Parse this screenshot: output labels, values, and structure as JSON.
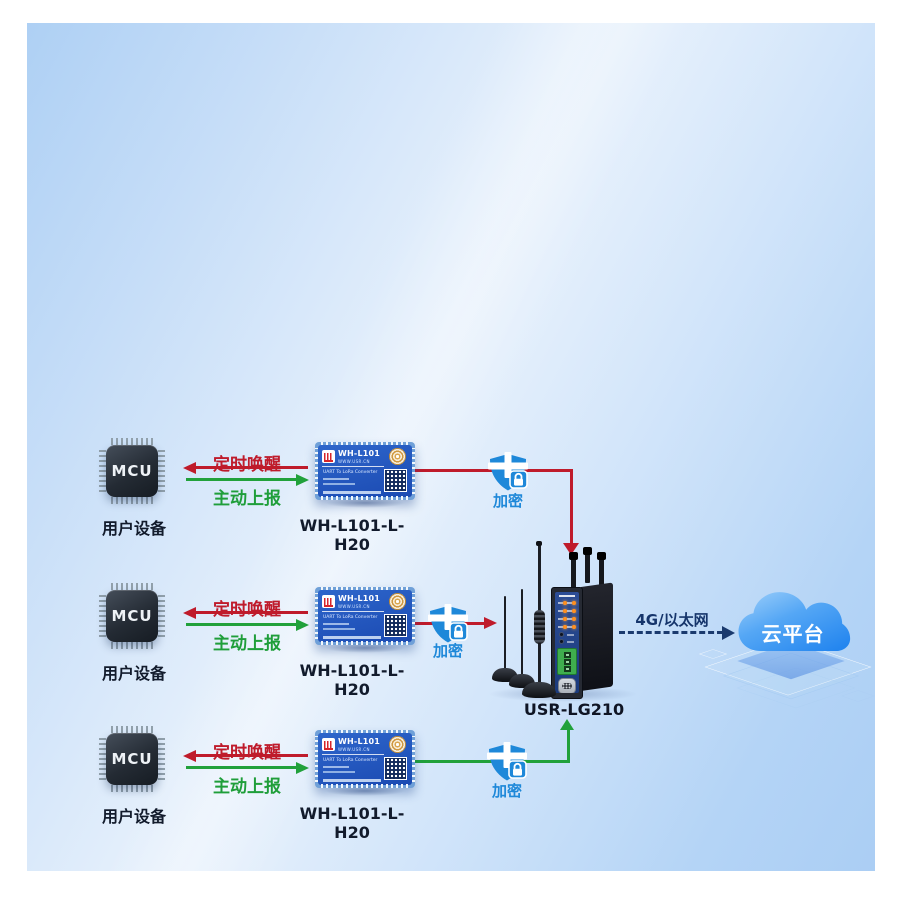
{
  "rows": [
    {
      "chip_label": "MCU",
      "user_label": "用户设备",
      "wake_label": "定时唤醒",
      "report_label": "主动上报",
      "module_model": "WH-L101-L-H20",
      "encrypt_label": "加密"
    },
    {
      "chip_label": "MCU",
      "user_label": "用户设备",
      "wake_label": "定时唤醒",
      "report_label": "主动上报",
      "module_model": "WH-L101-L-H20",
      "encrypt_label": "加密"
    },
    {
      "chip_label": "MCU",
      "user_label": "用户设备",
      "wake_label": "定时唤醒",
      "report_label": "主动上报",
      "module_model": "WH-L101-L-H20",
      "encrypt_label": "加密"
    }
  ],
  "module_art": {
    "title": "WH-L101",
    "site": "WWW.USR.CN",
    "desc": "UART To LoRa Converter"
  },
  "gateway": {
    "label": "USR-LG210"
  },
  "uplink": {
    "label": "4G/以太网"
  },
  "cloud": {
    "label": "云平台"
  },
  "colors": {
    "red_arrow": "#bf1b2b",
    "green_arrow": "#21a13b",
    "shield_blue": "#1e88d9",
    "uplink_navy": "#1a3a6e",
    "label_dark": "#121b2c",
    "module_pcb": "#1b4ab2",
    "cloud_top": "#9fd0fa",
    "cloud_bottom": "#2486ef",
    "background_blue": "#aed0f4"
  }
}
